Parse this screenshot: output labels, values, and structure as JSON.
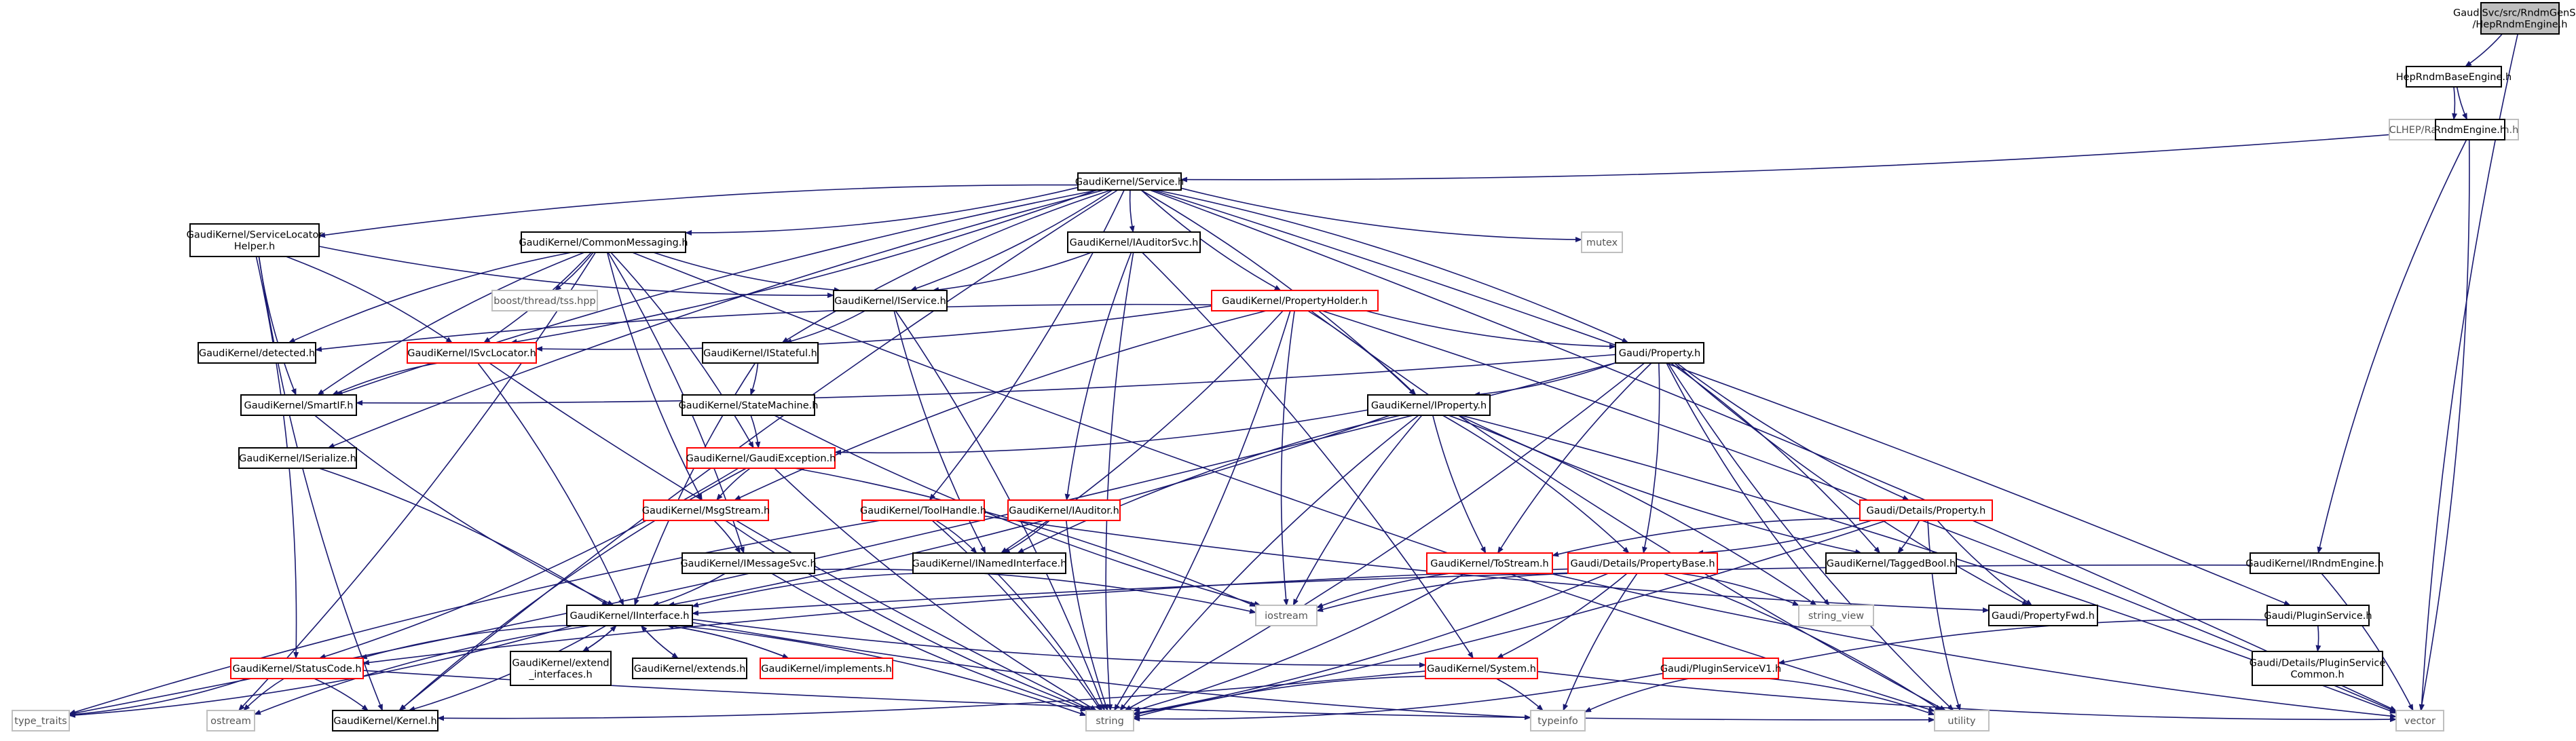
{
  "colors": {
    "edge": "#191970",
    "node_border": "#000000",
    "node_fill": "#ffffff",
    "missing_border": "#bfbfbf",
    "truncated_border": "#ff0000",
    "root_fill": "#bfbfbf",
    "text": "#000000",
    "missing_text": "#555555"
  },
  "nodes": [
    {
      "id": "root",
      "label": "GaudiSvc/src/RndmGenSvc\n/HepRndmEngine.h",
      "kind": "root"
    },
    {
      "id": "hepbase",
      "label": "HepRndmBaseEngine.h",
      "kind": "normal"
    },
    {
      "id": "clhep",
      "label": "CLHEP/Random/Random.h",
      "kind": "missing"
    },
    {
      "id": "rndmengine",
      "label": "RndmEngine.h",
      "kind": "normal"
    },
    {
      "id": "service",
      "label": "GaudiKernel/Service.h",
      "kind": "normal"
    },
    {
      "id": "mutex",
      "label": "mutex",
      "kind": "missing"
    },
    {
      "id": "slh",
      "label": "GaudiKernel/ServiceLocator\nHelper.h",
      "kind": "normal"
    },
    {
      "id": "cm",
      "label": "GaudiKernel/CommonMessaging.h",
      "kind": "normal"
    },
    {
      "id": "iauditorsvc",
      "label": "GaudiKernel/IAuditorSvc.h",
      "kind": "normal"
    },
    {
      "id": "boostthread",
      "label": "boost/thread/tss.hpp",
      "kind": "missing"
    },
    {
      "id": "iservice",
      "label": "GaudiKernel/IService.h",
      "kind": "normal"
    },
    {
      "id": "ph",
      "label": "GaudiKernel/PropertyHolder.h",
      "kind": "truncated"
    },
    {
      "id": "detected",
      "label": "GaudiKernel/detected.h",
      "kind": "normal"
    },
    {
      "id": "isvcloc",
      "label": "GaudiKernel/ISvcLocator.h",
      "kind": "truncated"
    },
    {
      "id": "istateful",
      "label": "GaudiKernel/IStateful.h",
      "kind": "normal"
    },
    {
      "id": "gprop",
      "label": "Gaudi/Property.h",
      "kind": "normal"
    },
    {
      "id": "smartif",
      "label": "GaudiKernel/SmartIF.h",
      "kind": "normal"
    },
    {
      "id": "statemachine",
      "label": "GaudiKernel/StateMachine.h",
      "kind": "normal"
    },
    {
      "id": "iprop",
      "label": "GaudiKernel/IProperty.h",
      "kind": "normal"
    },
    {
      "id": "iserialize",
      "label": "GaudiKernel/ISerialize.h",
      "kind": "normal"
    },
    {
      "id": "gexc",
      "label": "GaudiKernel/GaudiException.h",
      "kind": "truncated"
    },
    {
      "id": "msgstream",
      "label": "GaudiKernel/MsgStream.h",
      "kind": "truncated"
    },
    {
      "id": "toolhandle",
      "label": "GaudiKernel/ToolHandle.h",
      "kind": "truncated"
    },
    {
      "id": "iauditor",
      "label": "GaudiKernel/IAuditor.h",
      "kind": "truncated"
    },
    {
      "id": "dprop",
      "label": "Gaudi/Details/Property.h",
      "kind": "truncated"
    },
    {
      "id": "imsgsvc",
      "label": "GaudiKernel/IMessageSvc.h",
      "kind": "normal"
    },
    {
      "id": "inamed",
      "label": "GaudiKernel/INamedInterface.h",
      "kind": "normal"
    },
    {
      "id": "tostream",
      "label": "GaudiKernel/ToStream.h",
      "kind": "truncated"
    },
    {
      "id": "propbase",
      "label": "Gaudi/Details/PropertyBase.h",
      "kind": "truncated"
    },
    {
      "id": "taggedbool",
      "label": "GaudiKernel/TaggedBool.h",
      "kind": "normal"
    },
    {
      "id": "irndm",
      "label": "GaudiKernel/IRndmEngine.h",
      "kind": "normal"
    },
    {
      "id": "iinterface",
      "label": "GaudiKernel/IInterface.h",
      "kind": "normal"
    },
    {
      "id": "iostream",
      "label": "iostream",
      "kind": "missing"
    },
    {
      "id": "stringview",
      "label": "string_view",
      "kind": "missing"
    },
    {
      "id": "propfwd",
      "label": "Gaudi/PropertyFwd.h",
      "kind": "normal"
    },
    {
      "id": "pluginsvc",
      "label": "Gaudi/PluginService.h",
      "kind": "normal"
    },
    {
      "id": "statuscode",
      "label": "GaudiKernel/StatusCode.h",
      "kind": "truncated"
    },
    {
      "id": "iextendi",
      "label": "GaudiKernel/extend\n_interfaces.h",
      "kind": "normal"
    },
    {
      "id": "extends",
      "label": "GaudiKernel/extends.h",
      "kind": "normal"
    },
    {
      "id": "implements",
      "label": "GaudiKernel/implements.h",
      "kind": "truncated"
    },
    {
      "id": "system",
      "label": "GaudiKernel/System.h",
      "kind": "truncated"
    },
    {
      "id": "psv1",
      "label": "Gaudi/PluginServiceV1.h",
      "kind": "truncated"
    },
    {
      "id": "psc",
      "label": "Gaudi/Details/PluginService\nCommon.h",
      "kind": "normal"
    },
    {
      "id": "typetraits",
      "label": "type_traits",
      "kind": "missing"
    },
    {
      "id": "ostream",
      "label": "ostream",
      "kind": "missing"
    },
    {
      "id": "kernel",
      "label": "GaudiKernel/Kernel.h",
      "kind": "normal"
    },
    {
      "id": "string",
      "label": "string",
      "kind": "missing"
    },
    {
      "id": "typeinfo",
      "label": "typeinfo",
      "kind": "missing"
    },
    {
      "id": "utility",
      "label": "utility",
      "kind": "missing"
    },
    {
      "id": "vector",
      "label": "vector",
      "kind": "missing"
    }
  ],
  "edges": [
    [
      "root",
      "hepbase"
    ],
    [
      "root",
      "vector"
    ],
    [
      "hepbase",
      "clhep"
    ],
    [
      "hepbase",
      "rndmengine"
    ],
    [
      "rndmengine",
      "service"
    ],
    [
      "rndmengine",
      "irndm"
    ],
    [
      "rndmengine",
      "vector"
    ],
    [
      "service",
      "slh"
    ],
    [
      "service",
      "cm"
    ],
    [
      "service",
      "iauditorsvc"
    ],
    [
      "service",
      "iservice"
    ],
    [
      "service",
      "ph"
    ],
    [
      "service",
      "isvcloc"
    ],
    [
      "service",
      "istateful"
    ],
    [
      "service",
      "gprop"
    ],
    [
      "service",
      "smartif"
    ],
    [
      "service",
      "iprop"
    ],
    [
      "service",
      "iserialize"
    ],
    [
      "service",
      "toolhandle"
    ],
    [
      "service",
      "mutex"
    ],
    [
      "service",
      "pluginsvc"
    ],
    [
      "service",
      "kernel"
    ],
    [
      "service",
      "vector"
    ],
    [
      "slh",
      "iservice"
    ],
    [
      "slh",
      "isvcloc"
    ],
    [
      "slh",
      "smartif"
    ],
    [
      "slh",
      "statuscode"
    ],
    [
      "slh",
      "kernel"
    ],
    [
      "cm",
      "boostthread"
    ],
    [
      "cm",
      "iservice"
    ],
    [
      "cm",
      "isvcloc"
    ],
    [
      "cm",
      "smartif"
    ],
    [
      "cm",
      "gexc"
    ],
    [
      "cm",
      "msgstream"
    ],
    [
      "cm",
      "imsgsvc"
    ],
    [
      "cm",
      "detected"
    ],
    [
      "cm",
      "ostream"
    ],
    [
      "cm",
      "utility"
    ],
    [
      "iauditorsvc",
      "iservice"
    ],
    [
      "iauditorsvc",
      "iauditor"
    ],
    [
      "iauditorsvc",
      "system"
    ],
    [
      "iauditorsvc",
      "string"
    ],
    [
      "iservice",
      "istateful"
    ],
    [
      "iservice",
      "inamed"
    ],
    [
      "iservice",
      "string"
    ],
    [
      "ph",
      "gprop"
    ],
    [
      "ph",
      "iprop"
    ],
    [
      "ph",
      "detected"
    ],
    [
      "ph",
      "isvcloc"
    ],
    [
      "ph",
      "msgstream"
    ],
    [
      "ph",
      "inamed"
    ],
    [
      "ph",
      "iostream"
    ],
    [
      "ph",
      "string"
    ],
    [
      "ph",
      "utility"
    ],
    [
      "ph",
      "vector"
    ],
    [
      "isvcloc",
      "smartif"
    ],
    [
      "isvcloc",
      "iinterface"
    ],
    [
      "isvcloc",
      "string"
    ],
    [
      "istateful",
      "statemachine"
    ],
    [
      "istateful",
      "iinterface"
    ],
    [
      "statemachine",
      "gexc"
    ],
    [
      "statemachine",
      "iostream"
    ],
    [
      "gprop",
      "iprop"
    ],
    [
      "gprop",
      "dprop"
    ],
    [
      "gprop",
      "propbase"
    ],
    [
      "gprop",
      "tostream"
    ],
    [
      "gprop",
      "taggedbool"
    ],
    [
      "gprop",
      "propfwd"
    ],
    [
      "gprop",
      "smartif"
    ],
    [
      "gprop",
      "stringview"
    ],
    [
      "gprop",
      "string"
    ],
    [
      "gprop",
      "utility"
    ],
    [
      "gprop",
      "typetraits"
    ],
    [
      "smartif",
      "iinterface"
    ],
    [
      "iprop",
      "gexc"
    ],
    [
      "iprop",
      "inamed"
    ],
    [
      "iprop",
      "iinterface"
    ],
    [
      "iprop",
      "tostream"
    ],
    [
      "iprop",
      "propbase"
    ],
    [
      "iprop",
      "iostream"
    ],
    [
      "iprop",
      "stringview"
    ],
    [
      "iprop",
      "string"
    ],
    [
      "iprop",
      "vector"
    ],
    [
      "iprop",
      "taggedbool"
    ],
    [
      "iserialize",
      "iinterface"
    ],
    [
      "gexc",
      "msgstream"
    ],
    [
      "gexc",
      "statuscode"
    ],
    [
      "gexc",
      "kernel"
    ],
    [
      "gexc",
      "iostream"
    ],
    [
      "gexc",
      "string"
    ],
    [
      "msgstream",
      "imsgsvc"
    ],
    [
      "msgstream",
      "string"
    ],
    [
      "toolhandle",
      "inamed"
    ],
    [
      "toolhandle",
      "propfwd"
    ],
    [
      "toolhandle",
      "string"
    ],
    [
      "toolhandle",
      "typetraits"
    ],
    [
      "iauditor",
      "inamed"
    ],
    [
      "iauditor",
      "string"
    ],
    [
      "dprop",
      "propbase"
    ],
    [
      "dprop",
      "tostream"
    ],
    [
      "dprop",
      "taggedbool"
    ],
    [
      "dprop",
      "propfwd"
    ],
    [
      "dprop",
      "string"
    ],
    [
      "dprop",
      "utility"
    ],
    [
      "imsgsvc",
      "iinterface"
    ],
    [
      "imsgsvc",
      "string"
    ],
    [
      "imsgsvc",
      "iostream"
    ],
    [
      "inamed",
      "iinterface"
    ],
    [
      "inamed",
      "string"
    ],
    [
      "tostream",
      "iostream"
    ],
    [
      "tostream",
      "string"
    ],
    [
      "tostream",
      "vector"
    ],
    [
      "propbase",
      "system"
    ],
    [
      "propbase",
      "statuscode"
    ],
    [
      "propbase",
      "stringview"
    ],
    [
      "propbase",
      "iostream"
    ],
    [
      "propbase",
      "string"
    ],
    [
      "propbase",
      "typeinfo"
    ],
    [
      "propbase",
      "utility"
    ],
    [
      "irndm",
      "iinterface"
    ],
    [
      "irndm",
      "vector"
    ],
    [
      "pluginsvc",
      "psv1"
    ],
    [
      "pluginsvc",
      "psc"
    ],
    [
      "iinterface",
      "statuscode"
    ],
    [
      "iinterface",
      "iextendi"
    ],
    [
      "iinterface",
      "extends"
    ],
    [
      "iinterface",
      "implements"
    ],
    [
      "iinterface",
      "system"
    ],
    [
      "iinterface",
      "kernel"
    ],
    [
      "iinterface",
      "ostream"
    ],
    [
      "iinterface",
      "string"
    ],
    [
      "iinterface",
      "typeinfo"
    ],
    [
      "iinterface",
      "typetraits"
    ],
    [
      "iextendi",
      "iinterface"
    ],
    [
      "extends",
      "iinterface"
    ],
    [
      "implements",
      "iinterface"
    ],
    [
      "statuscode",
      "kernel"
    ],
    [
      "statuscode",
      "ostream"
    ],
    [
      "statuscode",
      "typetraits"
    ],
    [
      "statuscode",
      "utility"
    ],
    [
      "system",
      "kernel"
    ],
    [
      "system",
      "string"
    ],
    [
      "system",
      "typeinfo"
    ],
    [
      "system",
      "vector"
    ],
    [
      "psv1",
      "string"
    ],
    [
      "psv1",
      "typeinfo"
    ],
    [
      "psv1",
      "utility"
    ]
  ]
}
